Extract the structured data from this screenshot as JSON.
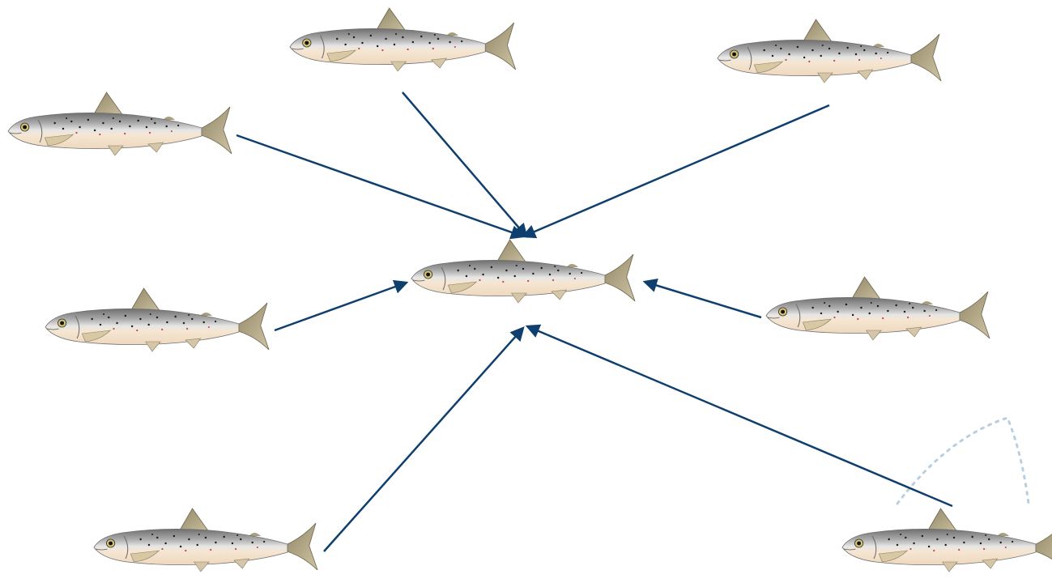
{
  "diagram": {
    "colors": {
      "arrow": "#0e3f6e",
      "background": "#ffffff",
      "fish_back": "#8c8c8c",
      "fish_belly": "#f6e6d2",
      "fish_fin": "#b0a586",
      "fish_spots": "#1b1b1b",
      "fish_red_spots": "#c24848",
      "dotted_arc": "#b9cfe0"
    },
    "icons": {
      "fish": "trout-fish-icon",
      "arrow": "arrow-pointing-to-center"
    },
    "fish": [
      {
        "id": "center",
        "role": "target"
      },
      {
        "id": "top-middle",
        "role": "source"
      },
      {
        "id": "top-right",
        "role": "source"
      },
      {
        "id": "upper-left",
        "role": "source"
      },
      {
        "id": "middle-left",
        "role": "source"
      },
      {
        "id": "middle-right",
        "role": "source"
      },
      {
        "id": "bottom-left",
        "role": "source"
      },
      {
        "id": "bottom-right",
        "role": "source"
      }
    ],
    "arrows": [
      {
        "from": "upper-left",
        "to": "center"
      },
      {
        "from": "top-middle",
        "to": "center"
      },
      {
        "from": "top-right",
        "to": "center"
      },
      {
        "from": "middle-left",
        "to": "center"
      },
      {
        "from": "middle-right",
        "to": "center"
      },
      {
        "from": "bottom-left",
        "to": "center"
      },
      {
        "from": "bottom-right",
        "to": "center"
      }
    ]
  }
}
